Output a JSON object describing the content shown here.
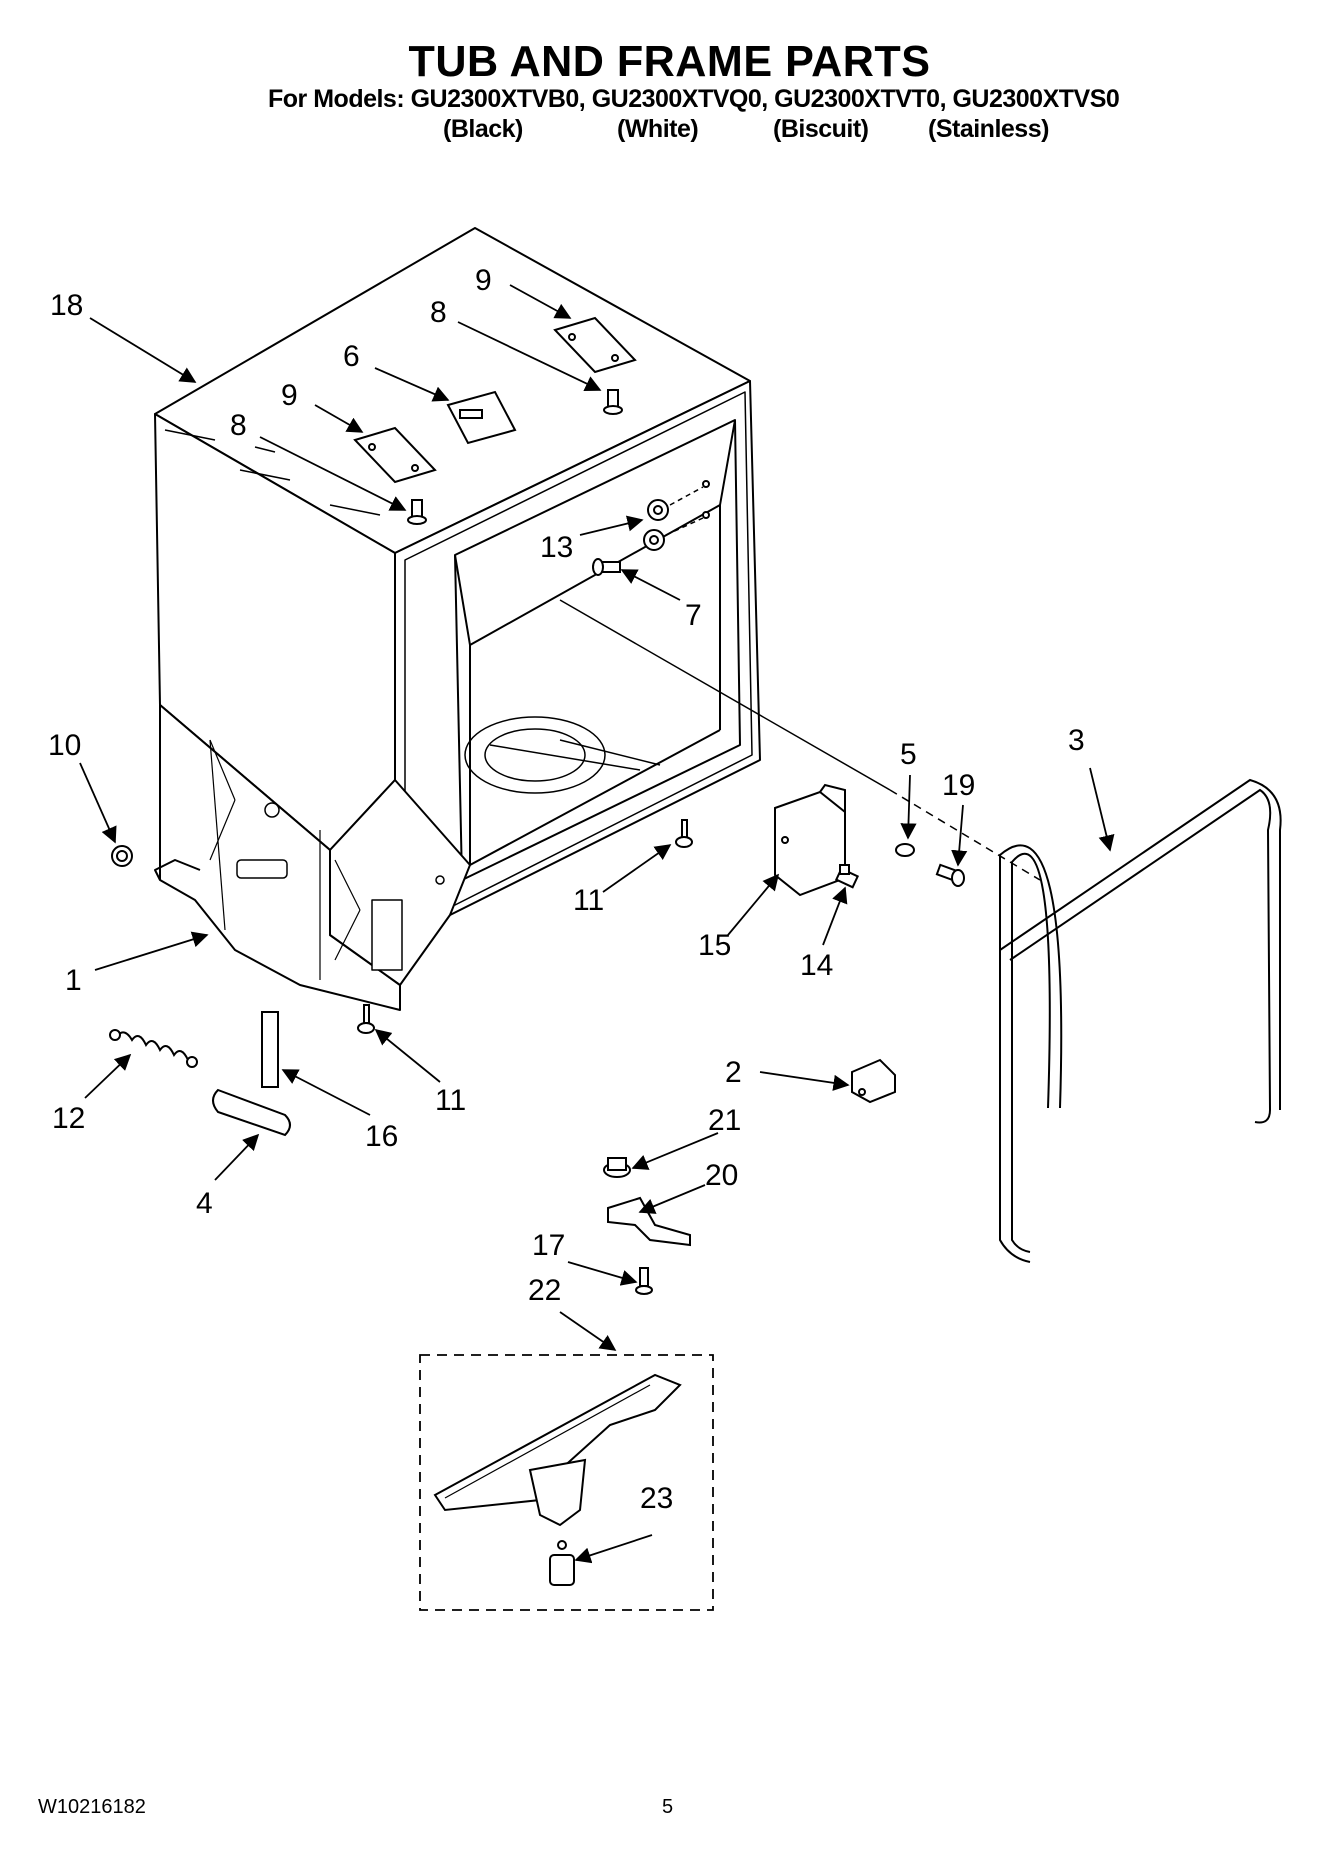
{
  "header": {
    "title": "TUB AND FRAME PARTS",
    "models_line": "For Models: GU2300XTVB0, GU2300XTVQ0, GU2300XTVT0, GU2300XTVS0",
    "colors": [
      "(Black)",
      "(White)",
      "(Biscuit)",
      "(Stainless)"
    ]
  },
  "callouts": {
    "c1": "1",
    "c2": "2",
    "c3": "3",
    "c4": "4",
    "c5": "5",
    "c6": "6",
    "c7": "7",
    "c8a": "8",
    "c8b": "8",
    "c9a": "9",
    "c9b": "9",
    "c10": "10",
    "c11a": "11",
    "c11b": "11",
    "c12": "12",
    "c13": "13",
    "c14": "14",
    "c15": "15",
    "c16": "16",
    "c17": "17",
    "c18": "18",
    "c19": "19",
    "c20": "20",
    "c21": "21",
    "c22": "22",
    "c23": "23"
  },
  "footer": {
    "doc_number": "W10216182",
    "page_number": "5"
  }
}
